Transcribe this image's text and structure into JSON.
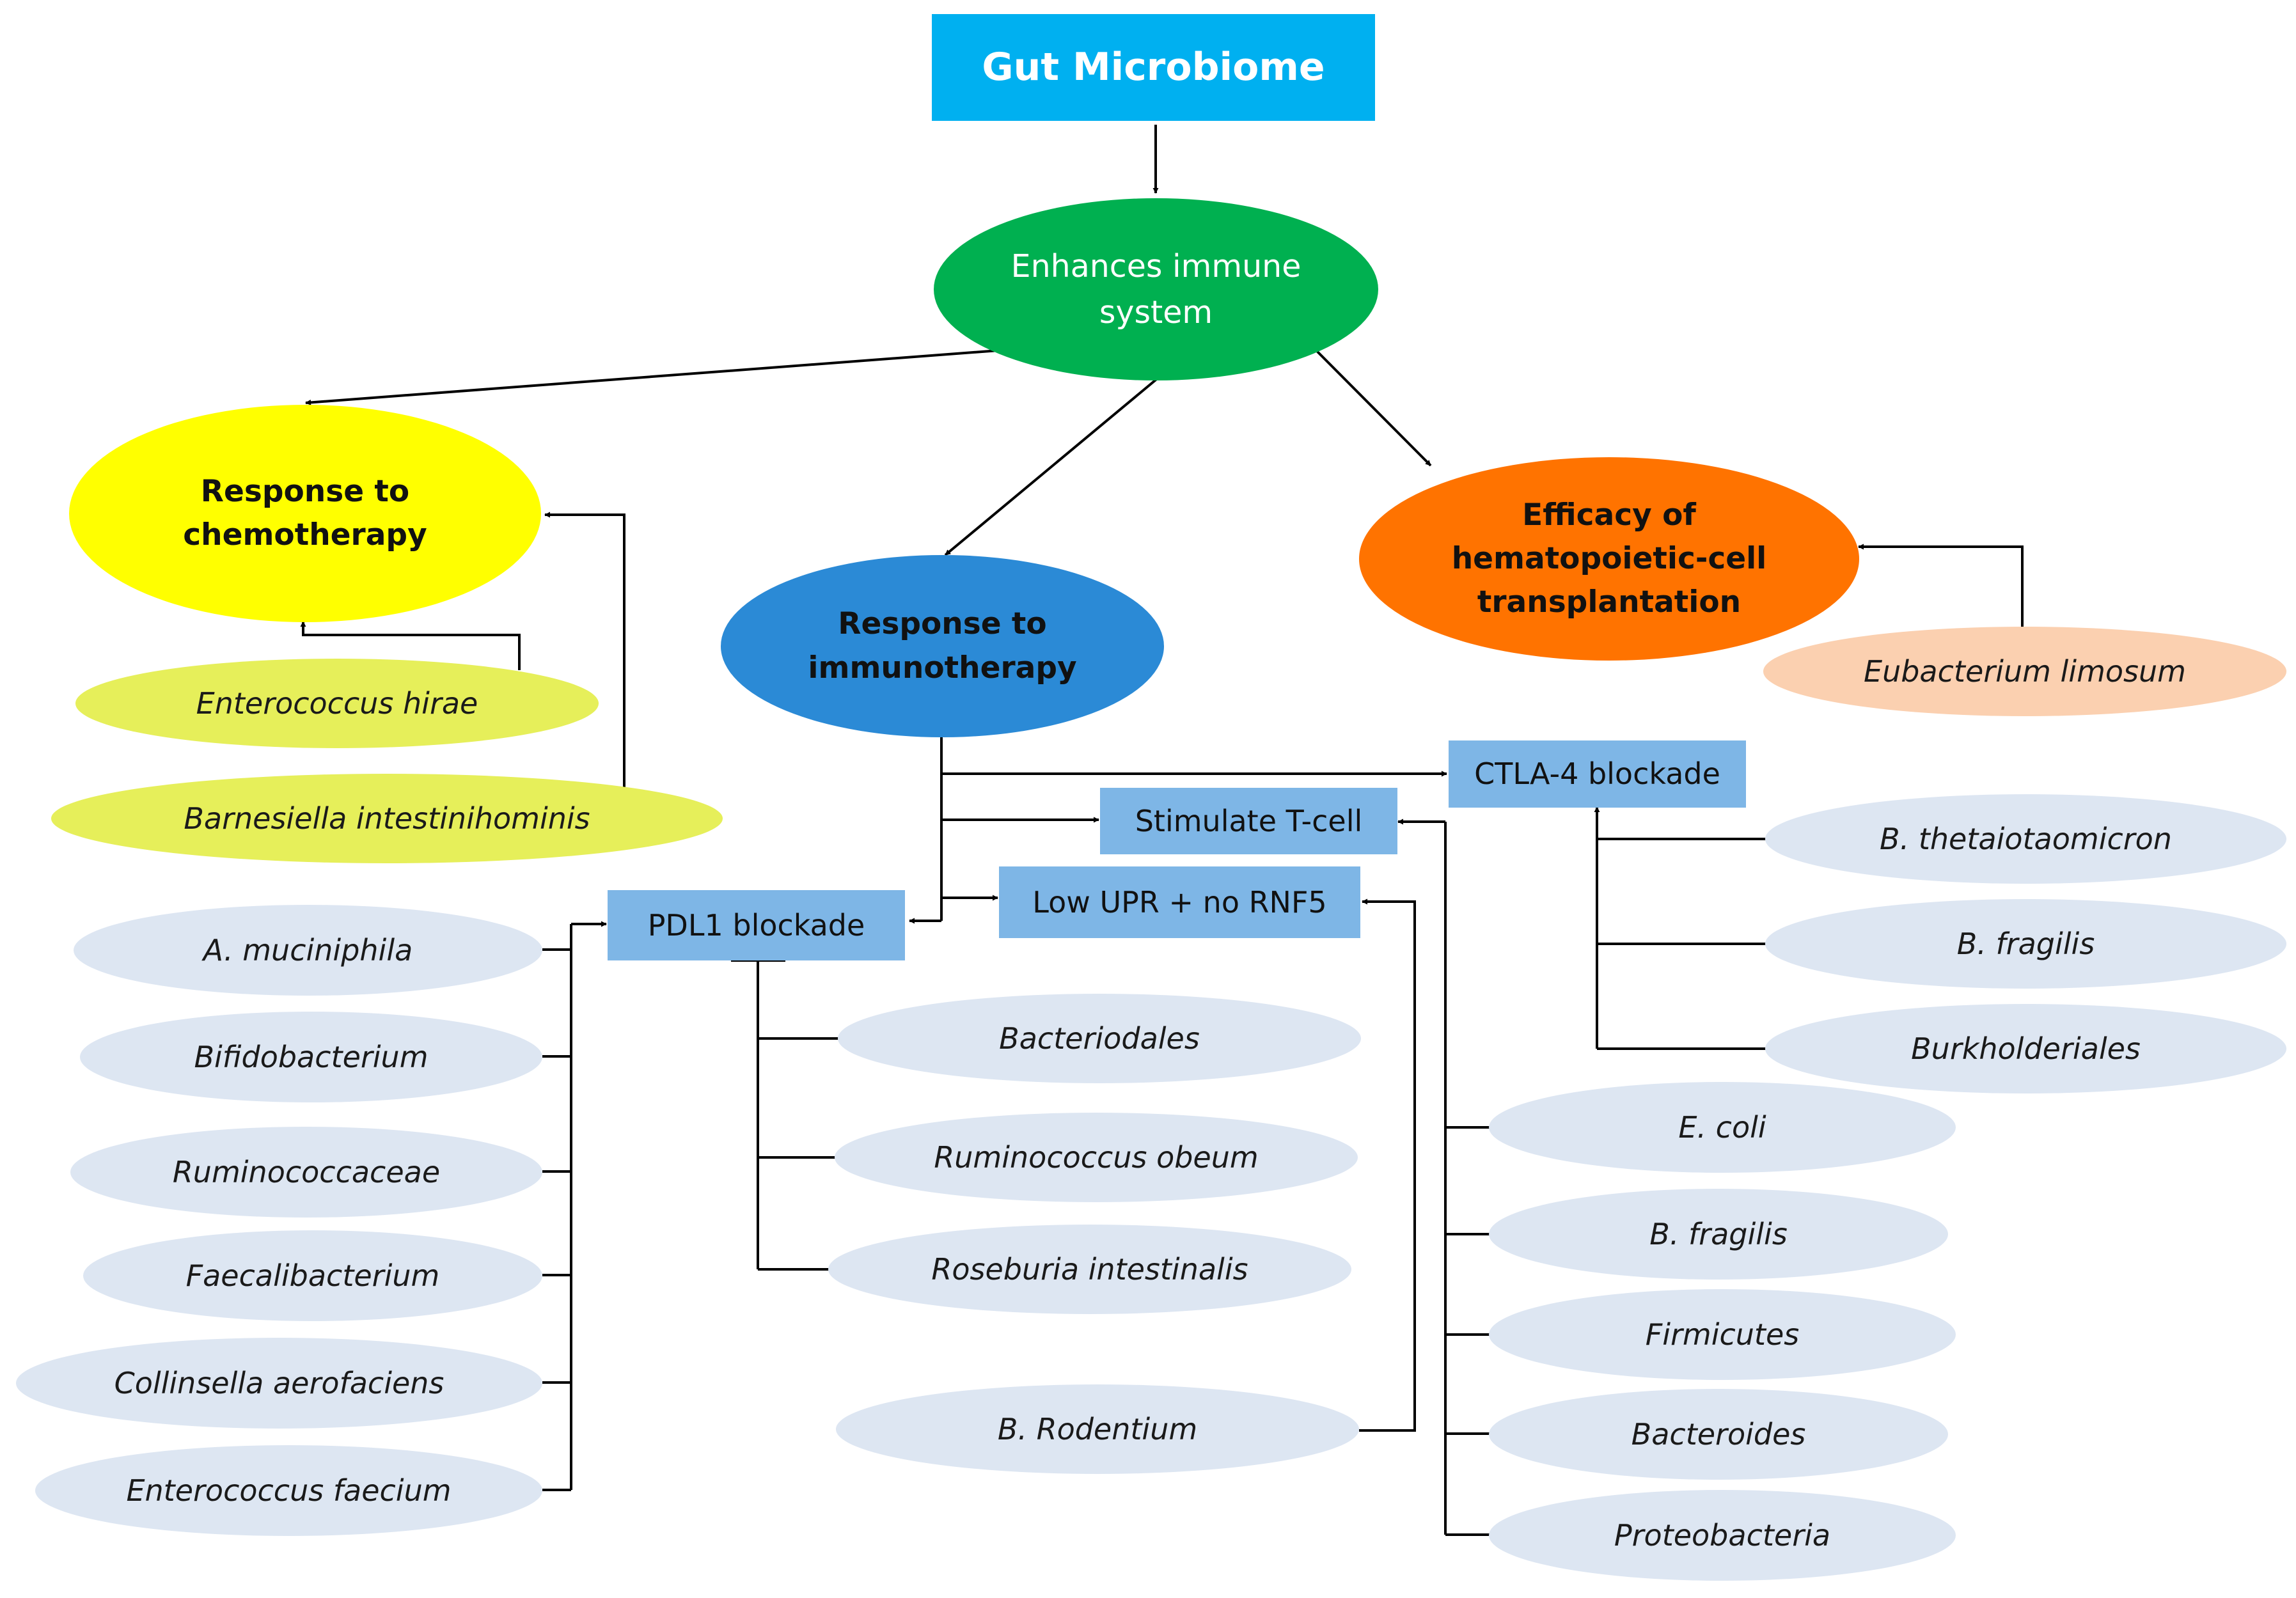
{
  "colors": {
    "root": "#00b0f0",
    "enhance": "#00b050",
    "chemo": "#ffff00",
    "chemo_species": "#e6ef5a",
    "immuno": "#2b8ad6",
    "hct": "#ff7300",
    "hct_species": "#fbd0b0",
    "mechanism": "#7eb6e6",
    "species": "#dde6f2",
    "line": "#000000"
  },
  "nodes": {
    "root": "Gut Microbiome",
    "enhance": [
      "Enhances immune",
      "system"
    ],
    "chemo": [
      "Response to",
      "chemotherapy"
    ],
    "immuno": [
      "Response to",
      "immunotherapy"
    ],
    "hct": [
      "Efficacy of",
      "hematopoietic-cell",
      "transplantation"
    ],
    "enterococcus_hirae": "Enterococcus hirae",
    "barnesiella": "Barnesiella intestinihominis",
    "eubacterium": "Eubacterium limosum",
    "ctla4": "CTLA-4 blockade",
    "stimulate_tcell": "Stimulate T-cell",
    "low_upr": "Low UPR + no RNF5",
    "pdl1": "PDL1 blockade",
    "pdl1_left": [
      "A. muciniphila",
      "Bifidobacterium",
      "Ruminococcaceae",
      "Faecalibacterium",
      "Collinsella aerofaciens",
      "Enterococcus faecium"
    ],
    "pdl1_below": [
      "Bacteriodales",
      "Ruminococcus obeum",
      "Roseburia intestinalis"
    ],
    "b_rodentium": "B. Rodentium",
    "ctla4_species": [
      "B. thetaiotaomicron",
      "B. fragilis",
      "Burkholderiales"
    ],
    "tcell_species": [
      "E. coli",
      "B. fragilis",
      "Firmicutes",
      "Bacteroides",
      "Proteobacteria"
    ]
  }
}
